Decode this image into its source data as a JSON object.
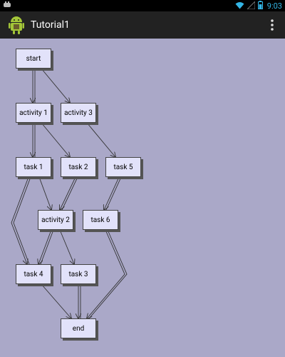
{
  "status_bar": {
    "time": "9:03"
  },
  "action_bar": {
    "title": "Tutorial1"
  },
  "nodes": {
    "start": "start",
    "activity1": "activity 1",
    "activity3": "activity 3",
    "task1": "task 1",
    "task2": "task 2",
    "task5": "task 5",
    "activity2": "activity 2",
    "task6": "task 6",
    "task4": "task 4",
    "task3": "task 3",
    "end": "end"
  },
  "colors": {
    "background": "#aaa8c8",
    "node_fill": "#e2e2fa",
    "status_accent": "#33b5e5"
  }
}
